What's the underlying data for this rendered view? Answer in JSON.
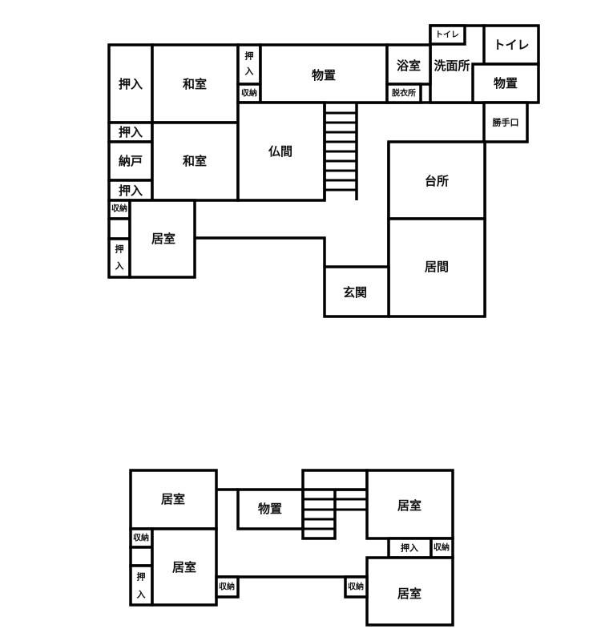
{
  "first_floor": {
    "oshiire_1": "押入",
    "washitsu_1": "和室",
    "oshiire_small_1": "押",
    "oshiire_small_2": "入",
    "shuno_1": "収納",
    "monooki_1": "物置",
    "yokushitsu": "浴室",
    "datsuijo": "脱衣所",
    "senmenjo": "洗面所",
    "toilet_small": "トイレ",
    "toilet_big": "トイレ",
    "monooki_2": "物置",
    "katteguchi": "勝手口",
    "oshiire_2": "押入",
    "nando": "納戸",
    "oshiire_3": "押入",
    "washitsu_2": "和室",
    "butsuma": "仏間",
    "daidokoro": "台所",
    "shuno_2": "収納",
    "oshiire_4a": "押",
    "oshiire_4b": "入",
    "kyoshitsu": "居室",
    "ima": "居間",
    "genkan": "玄関"
  },
  "second_floor": {
    "kyoshitsu_1": "居室",
    "shuno_1": "収納",
    "oshiire_1a": "押",
    "oshiire_1b": "入",
    "kyoshitsu_2": "居室",
    "monooki": "物置",
    "shuno_2": "収納",
    "shuno_3": "収納",
    "kyoshitsu_3": "居室",
    "oshiire_2": "押入",
    "shuno_4": "収納",
    "kyoshitsu_4": "居室"
  }
}
